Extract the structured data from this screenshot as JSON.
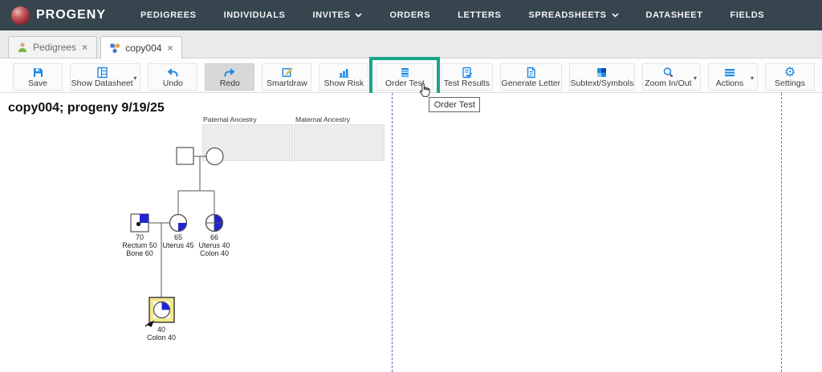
{
  "nav": {
    "brand": "PROGENY",
    "items": [
      {
        "label": "PEDIGREES",
        "dropdown": false
      },
      {
        "label": "INDIVIDUALS",
        "dropdown": false
      },
      {
        "label": "INVITES",
        "dropdown": true
      },
      {
        "label": "ORDERS",
        "dropdown": false
      },
      {
        "label": "LETTERS",
        "dropdown": false
      },
      {
        "label": "SPREADSHEETS",
        "dropdown": true
      },
      {
        "label": "DATASHEET",
        "dropdown": false
      },
      {
        "label": "FIELDS",
        "dropdown": false
      }
    ]
  },
  "tabs": [
    {
      "label": "Pedigrees",
      "close": "×",
      "active": false
    },
    {
      "label": "copy004",
      "close": "×",
      "active": true
    }
  ],
  "toolbar": {
    "buttons": [
      {
        "label": "Save"
      },
      {
        "label": "Show Datasheet",
        "dropdown": true
      },
      {
        "label": "Undo"
      },
      {
        "label": "Redo",
        "pressed": true
      },
      {
        "label": "Smartdraw"
      },
      {
        "label": "Show Risk"
      },
      {
        "label": "Order Test",
        "highlighted": true
      },
      {
        "label": "Test Results"
      },
      {
        "label": "Generate Letter"
      },
      {
        "label": "Subtext/Symbols"
      },
      {
        "label": "Zoom In/Out",
        "dropdown": true
      },
      {
        "label": "Actions",
        "dropdown": true
      },
      {
        "label": "Settings"
      }
    ],
    "caret": "▾"
  },
  "tooltip": {
    "text": "Order Test"
  },
  "canvas": {
    "title": "copy004; progeny 9/19/25",
    "paternal_label": "Paternal Ancestry",
    "maternal_label": "Maternal Ancestry",
    "individuals": [
      {
        "id": "grandfather",
        "sex": "male",
        "labels": []
      },
      {
        "id": "grandmother",
        "sex": "female",
        "labels": []
      },
      {
        "id": "father",
        "sex": "male",
        "labels": [
          "70",
          "Rectum 50",
          "Bone 60"
        ],
        "fill": "top-right-quadrant",
        "carrier_dot": true
      },
      {
        "id": "mother",
        "sex": "female",
        "labels": [
          "65",
          "Uterus 45"
        ],
        "fill": "bottom-right-quadrant"
      },
      {
        "id": "aunt",
        "sex": "female",
        "labels": [
          "66",
          "Uterus 40",
          "Colon 40"
        ],
        "fill": "right-half"
      },
      {
        "id": "proband",
        "sex": "female",
        "labels": [
          "40",
          "Colon 40"
        ],
        "fill": "top-right-quadrant",
        "selected": true,
        "proband_arrow": true
      }
    ]
  },
  "colors": {
    "nav_bg": "#36454e",
    "icon_blue": "#1e88e5",
    "highlight_green": "#17a689",
    "pedigree_fill_blue": "#2323d2",
    "selection_yellow": "#f1e98c",
    "page_guide_blue": "#5a68d8"
  }
}
